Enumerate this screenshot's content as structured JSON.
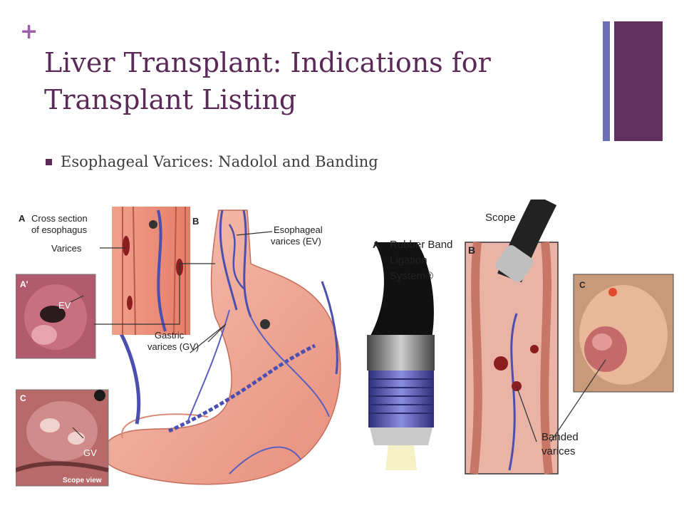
{
  "slide": {
    "plus": "+",
    "title_line1": "Liver Transplant:  Indications for",
    "title_line2": "Transplant Listing",
    "bullet": "Esophageal Varices:  Nadolol and Banding"
  },
  "figure_left": {
    "label_A": "A",
    "cross_section_line1": "Cross section",
    "cross_section_line2": "of esophagus",
    "varices": "Varices",
    "label_Aprime": "A'",
    "ev": "EV",
    "label_B": "B",
    "esophageal_line1": "Esophageal",
    "esophageal_line2": "varices (EV)",
    "gastric_line1": "Gastric",
    "gastric_line2": "varices (GV)",
    "label_C": "C",
    "gv": "GV",
    "scope_view": "Scope view"
  },
  "figure_right": {
    "scope": "Scope",
    "label_A": "A",
    "rubber_line1": "Rubber Band",
    "rubber_line2": "Ligation",
    "rubber_line3": "System®",
    "label_B": "B",
    "label_C": "C",
    "banded_line1": "Banded",
    "banded_line2": "varices"
  },
  "colors": {
    "title": "#5b2a58",
    "accent_bar": "#62305f",
    "thin_bar": "#6b6fb3",
    "vein": "#4a4fb0",
    "stomach": "#f0a996"
  }
}
